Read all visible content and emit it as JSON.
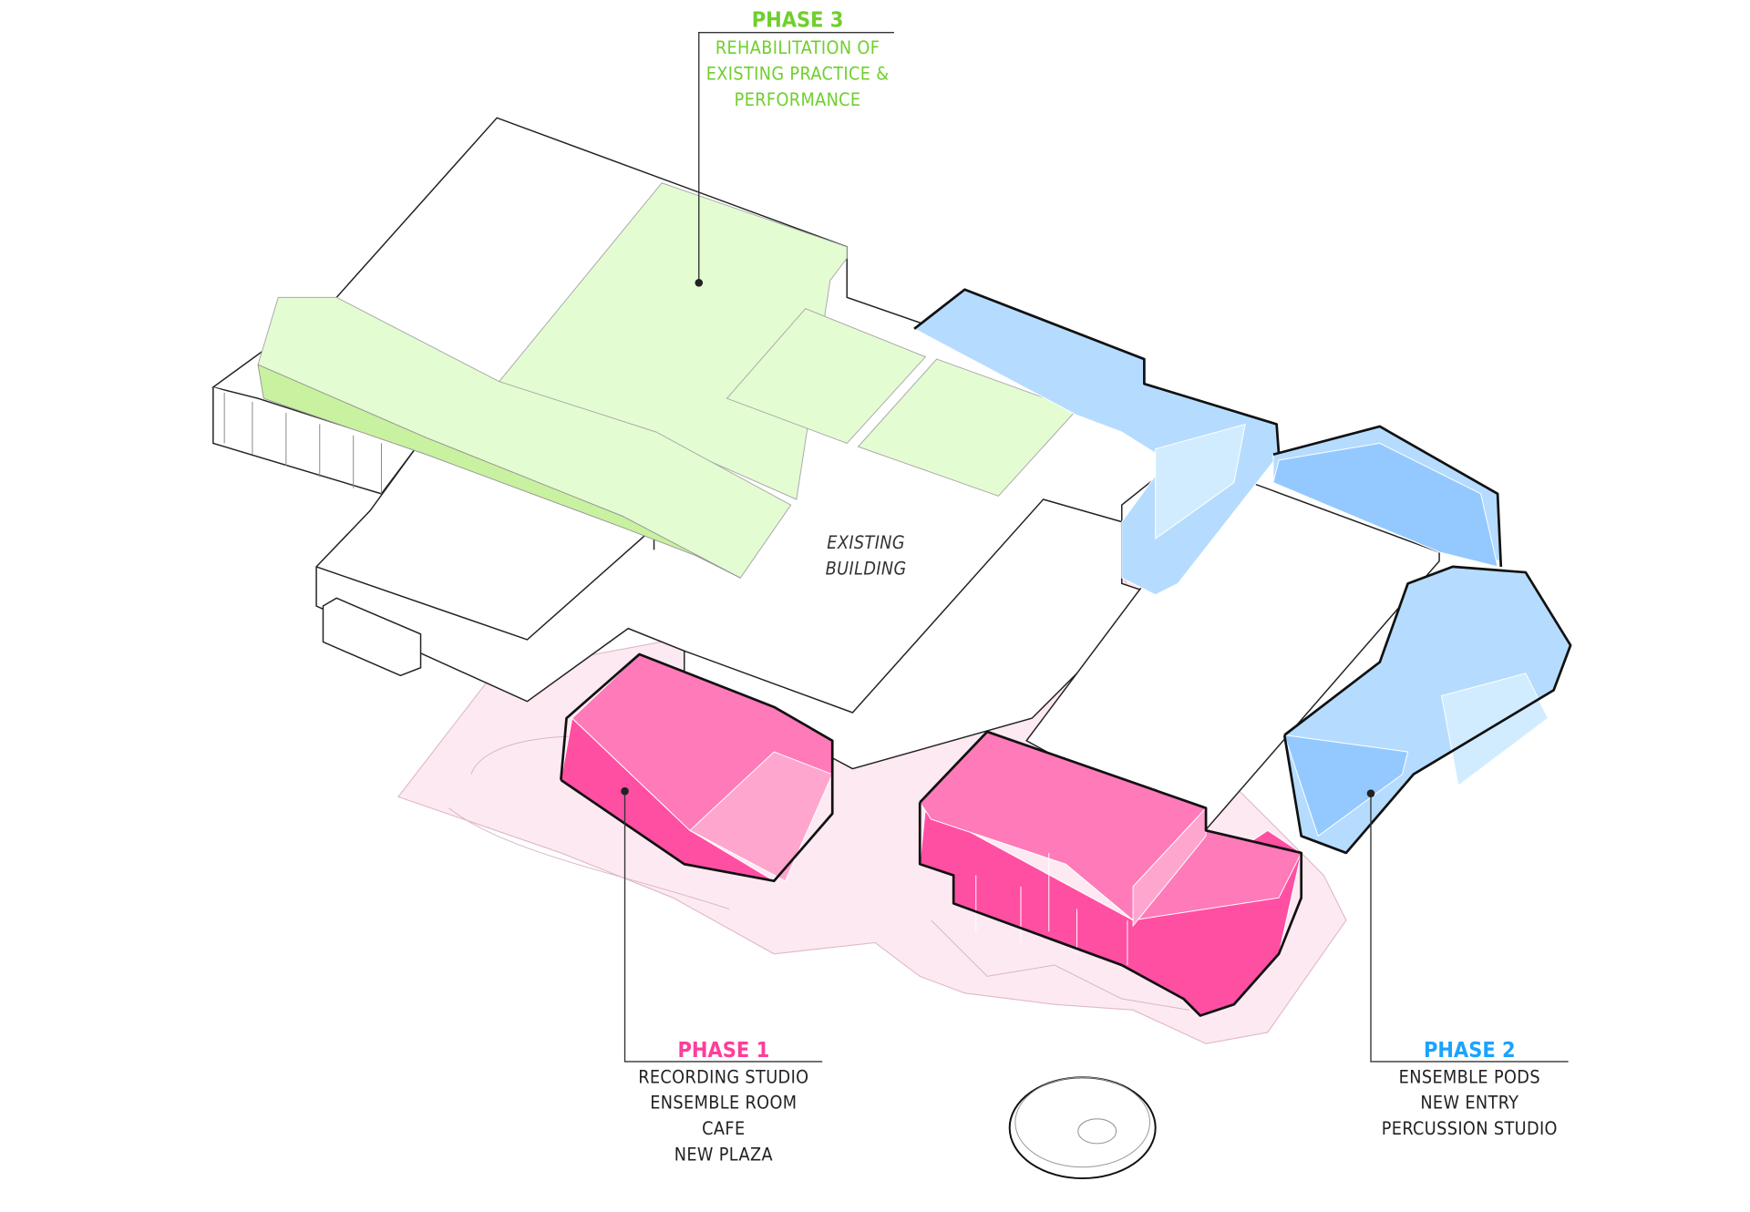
{
  "phase3": {
    "title": "PHASE 3",
    "lines": [
      "REHABILITATION OF",
      "EXISTING PRACTICE &",
      "PERFORMANCE"
    ]
  },
  "phase1": {
    "title": "PHASE 1",
    "lines": [
      "RECORDING STUDIO",
      "ENSEMBLE ROOM",
      "CAFE",
      "NEW PLAZA"
    ]
  },
  "phase2": {
    "title": "PHASE 2",
    "lines": [
      "ENSEMBLE PODS",
      "NEW ENTRY",
      "PERCUSSION STUDIO"
    ]
  },
  "existing": {
    "lines": [
      "EXISTING",
      "BUILDING"
    ]
  },
  "colors": {
    "phase1": "#ff3d9a",
    "phase2": "#1aa3ff",
    "phase3": "#6fcf2c"
  }
}
